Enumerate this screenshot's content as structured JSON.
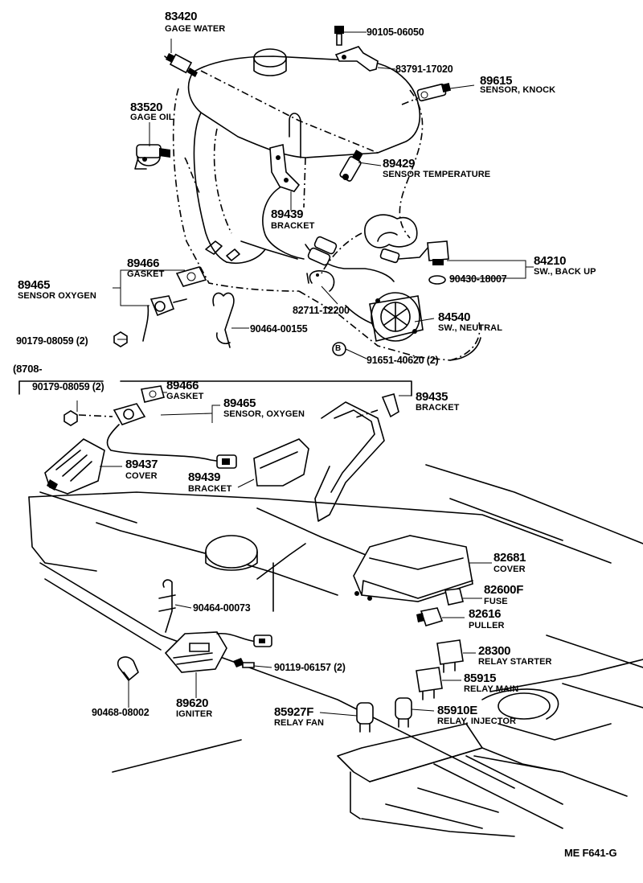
{
  "diagram": {
    "labels": {
      "p83420": {
        "number": "83420",
        "name": "GAGE WATER"
      },
      "p90105": {
        "number": "90105-06050"
      },
      "p83791": {
        "number": "83791-17020"
      },
      "p89615": {
        "number": "89615",
        "name": "SENSOR, KNOCK"
      },
      "p83520": {
        "number": "83520",
        "name": "GAGE OIL"
      },
      "p89429": {
        "number": "89429",
        "name": "SENSOR TEMPERATURE"
      },
      "p89439a": {
        "number": "89439",
        "name": "BRACKET"
      },
      "p89466a": {
        "number": "89466",
        "name": "GASKET"
      },
      "p89465a": {
        "number": "89465",
        "name": "SENSOR OXYGEN"
      },
      "p84210": {
        "number": "84210",
        "name": "SW., BACK UP"
      },
      "p90430": {
        "number": "90430-18007"
      },
      "p82711": {
        "number": "82711-12200"
      },
      "p84540": {
        "number": "84540",
        "name": "SW., NEUTRAL"
      },
      "p90179a": {
        "number": "90179-08059 (2)"
      },
      "p90464a": {
        "number": "90464-00155"
      },
      "p91651": {
        "number": "91651-40620 (2)"
      },
      "section": {
        "text": "(8708-"
      },
      "p90179b": {
        "number": "90179-08059 (2)"
      },
      "p89466b": {
        "number": "89466",
        "name": "GASKET"
      },
      "p89465b": {
        "number": "89465",
        "name": "SENSOR, OXYGEN"
      },
      "p89435": {
        "number": "89435",
        "name": "BRACKET"
      },
      "p89437": {
        "number": "89437",
        "name": "COVER"
      },
      "p89439b": {
        "number": "89439",
        "name": "BRACKET"
      },
      "p82681": {
        "number": "82681",
        "name": "COVER"
      },
      "p82600": {
        "number": "82600F",
        "name": "FUSE"
      },
      "p82616": {
        "number": "82616",
        "name": "PULLER"
      },
      "p90464b": {
        "number": "90464-00073"
      },
      "p28300": {
        "number": "28300",
        "name": "RELAY STARTER"
      },
      "p90119": {
        "number": "90119-06157 (2)"
      },
      "p85915": {
        "number": "85915",
        "name": "RELAY MAIN"
      },
      "p90468": {
        "number": "90468-08002"
      },
      "p89620": {
        "number": "89620",
        "name": "IGNITER"
      },
      "p85927": {
        "number": "85927F",
        "name": "RELAY FAN"
      },
      "p85910": {
        "number": "85910E",
        "name": "RELAY, INJECTOR"
      }
    },
    "bolt_marker": "B",
    "figure_code": "ME  F641-G"
  }
}
